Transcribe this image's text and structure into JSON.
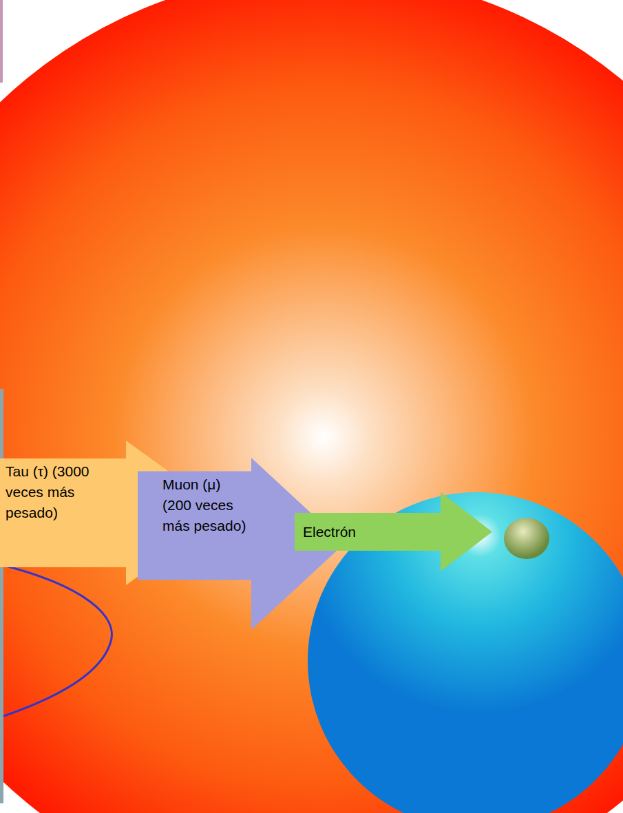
{
  "diagram": {
    "nodes": [
      {
        "text": [
          "Tau (τ) (3000 veces más pesado)"
        ]
      },
      {
        "text": [
          "Muon (μ) (200 veces más pesado)"
        ]
      },
      {
        "text": [
          "Electrón"
        ]
      }
    ]
  }
}
